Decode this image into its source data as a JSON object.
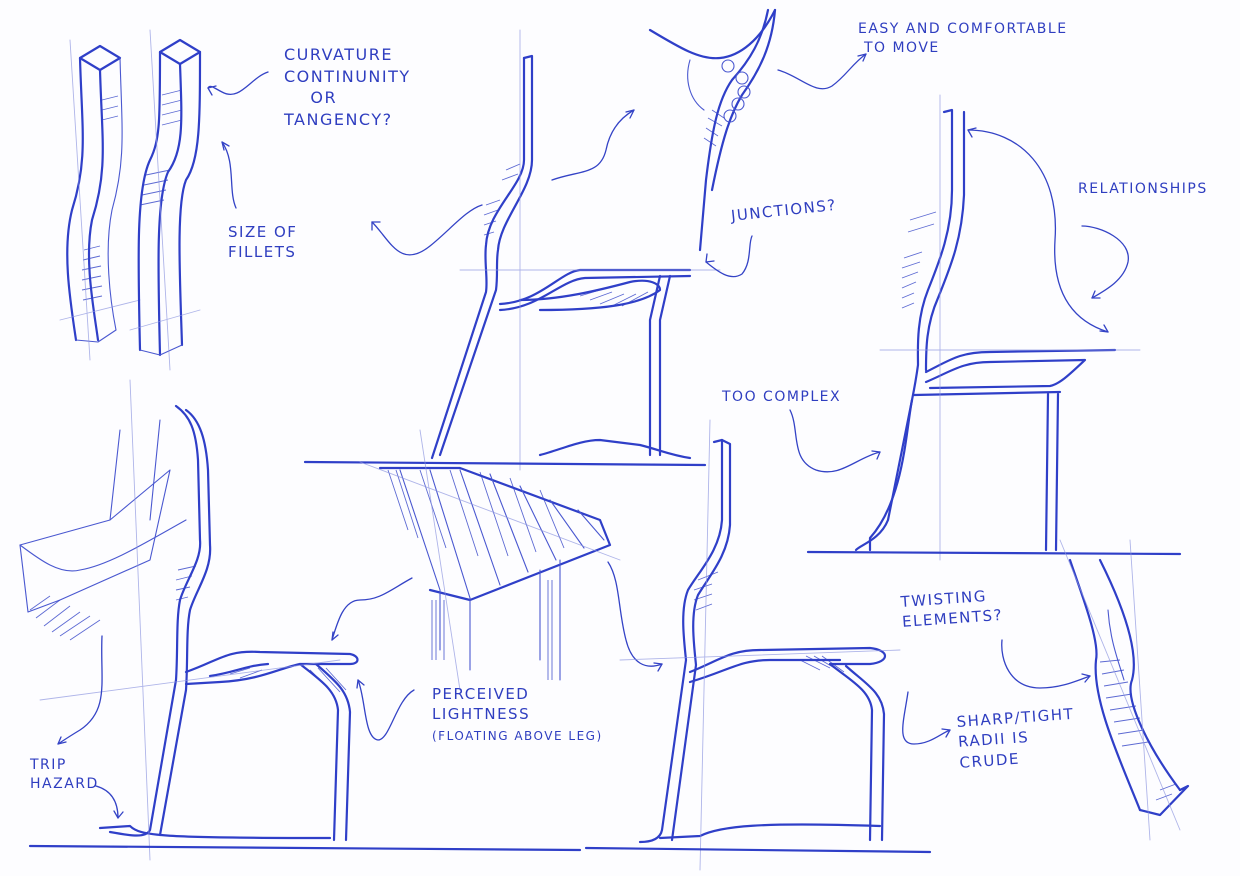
{
  "annotations": {
    "curvature_l1": "Curvature",
    "curvature_l2": "Continunity",
    "curvature_l3": "or",
    "curvature_l4": "Tangency?",
    "fillets_l1": "Size of",
    "fillets_l2": "Fillets",
    "move_l1": "Easy and comfortable",
    "move_l2": "to move",
    "junctions": "Junctions?",
    "relationships": "Relationships",
    "complex": "Too complex",
    "twisting_l1": "Twisting",
    "twisting_l2": "Elements?",
    "lightness_l1": "Perceived",
    "lightness_l2": "Lightness",
    "lightness_l3": "(Floating above leg)",
    "trip_l1": "Trip",
    "trip_l2": "Hazard",
    "radii_l1": "Sharp/Tight",
    "radii_l2": "Radii is",
    "radii_l3": "Crude"
  },
  "colors": {
    "ink": "#2f3fc8",
    "paper": "#fdfdff"
  }
}
